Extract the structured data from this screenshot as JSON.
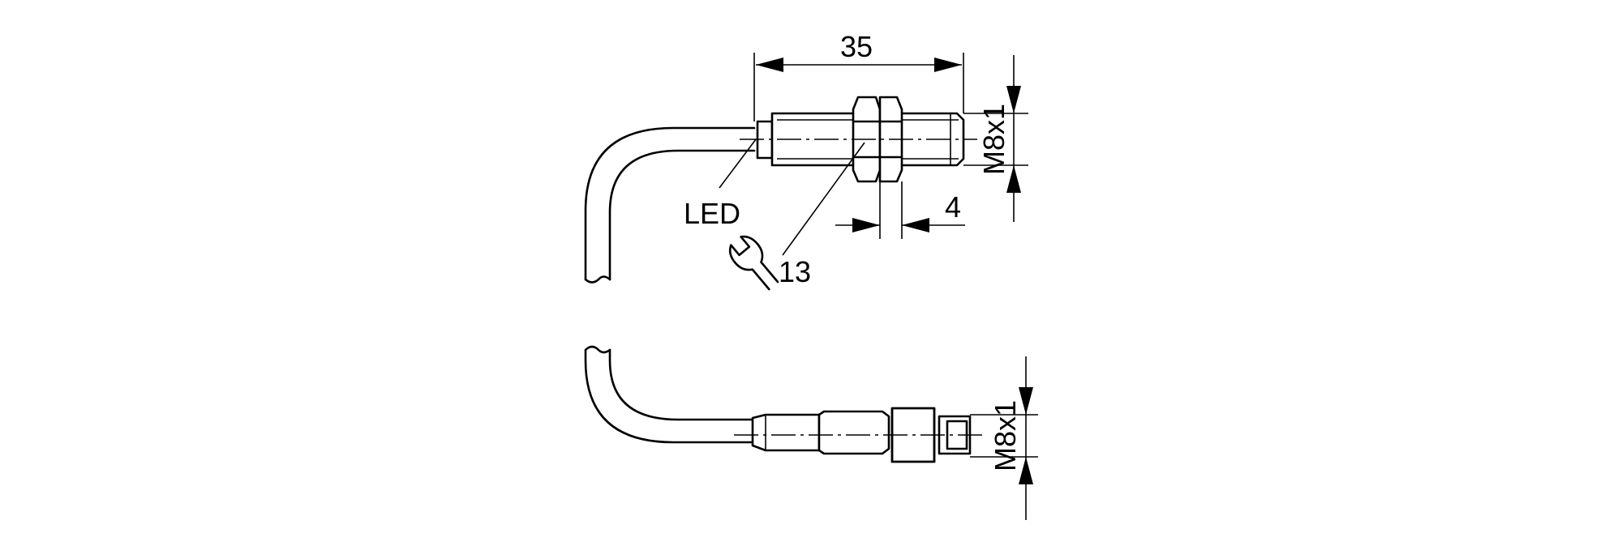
{
  "labels": {
    "length_dim": "35",
    "thread_top": "M8x1",
    "nut_dim": "4",
    "led": "LED",
    "wrench_size": "13",
    "thread_bottom": "M8x1"
  }
}
